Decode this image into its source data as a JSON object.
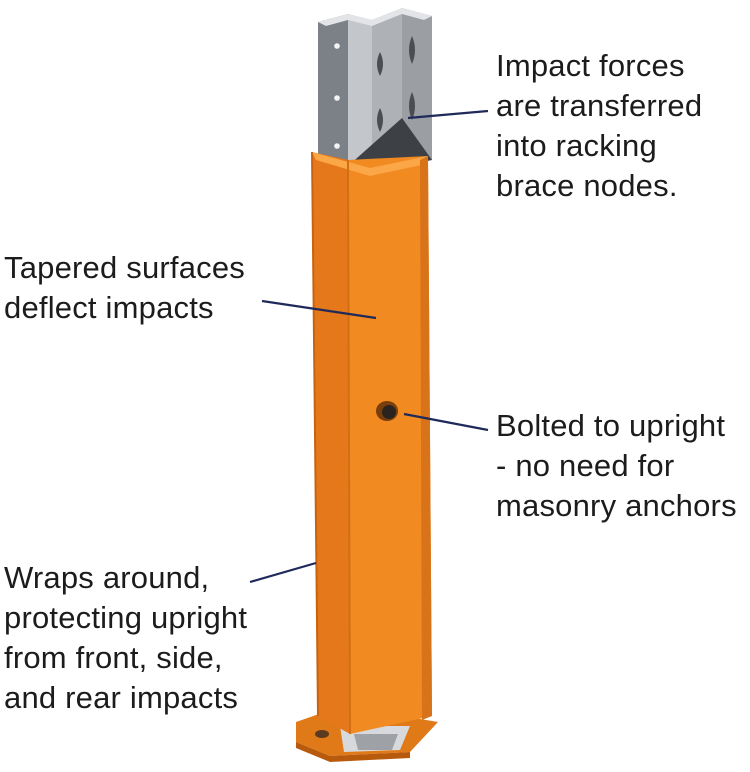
{
  "colors": {
    "guard_orange": "#F0861E",
    "guard_shadow": "#C9620E",
    "upright_steel": "#B5B8BD",
    "leader_line": "#1F2A5A",
    "text": "#1C1C1C"
  },
  "annotations": {
    "impact_forces": "Impact forces\nare transferred\ninto racking\nbrace nodes.",
    "tapered_surfaces": "Tapered surfaces\ndeflect impacts",
    "bolted": "Bolted to upright\n- no need for\nmasonry anchors",
    "wraps_around": "Wraps around,\nprotecting upright\nfrom front, side,\nand rear impacts"
  }
}
